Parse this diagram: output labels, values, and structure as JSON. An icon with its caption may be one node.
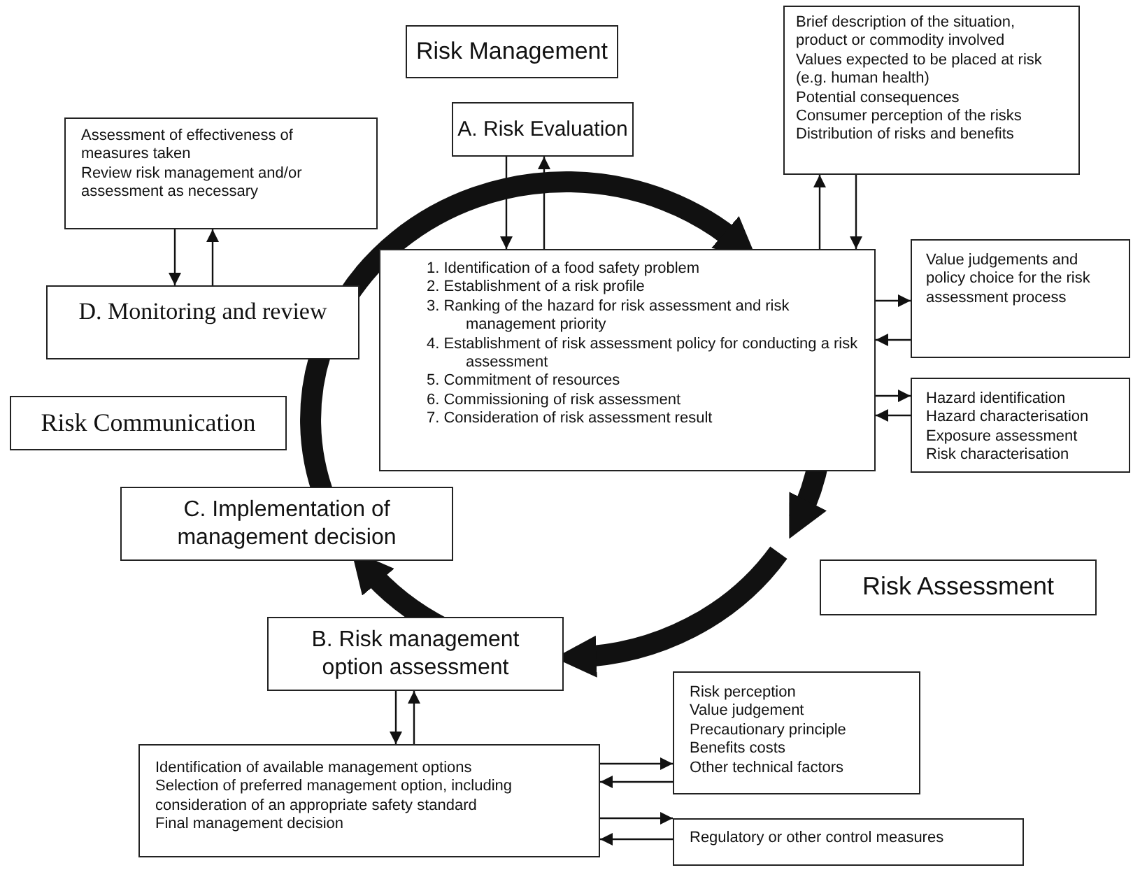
{
  "diagram": {
    "nodes": [
      {
        "text": [
          "Risk Management"
        ]
      },
      {
        "text": [
          "A. Risk Evaluation"
        ]
      },
      {
        "text": [
          "Brief description of the situation, product or commodity involved",
          "Values expected to be placed at risk (e.g. human health)",
          "Potential consequences",
          "Consumer perception of the risks",
          "Distribution of risks and benefits"
        ]
      },
      {
        "text": [
          "Assessment of effectiveness of measures taken",
          "Review risk management and/or assessment as necessary"
        ]
      },
      {
        "text": [
          "D. Monitoring and review"
        ]
      },
      {
        "text": [
          "1. Identification of a food safety problem",
          "2. Establishment of a risk profile",
          "3. Ranking of the hazard for risk assessment and risk management priority",
          "4. Establishment of risk assessment policy for conducting a risk assessment",
          "5. Commitment of resources",
          "6. Commissioning of risk assessment",
          "7. Consideration of risk assessment result"
        ]
      },
      {
        "text": [
          "Value judgements and policy choice for the risk assessment process"
        ]
      },
      {
        "text": [
          "Hazard identification",
          "Hazard characterisation",
          "Exposure assessment",
          "Risk characterisation"
        ]
      },
      {
        "text": [
          "Risk Communication"
        ]
      },
      {
        "text": [
          "C. Implementation of management decision"
        ]
      },
      {
        "text": [
          "Risk Assessment"
        ]
      },
      {
        "text": [
          "B. Risk management option assessment"
        ]
      },
      {
        "text": [
          "Identification of available management options",
          "Selection of preferred management option, including consideration of an appropriate safety standard",
          "Final management decision"
        ]
      },
      {
        "text": [
          "Risk perception",
          "Value judgement",
          "Precautionary principle",
          "Benefits costs",
          "Other technical factors"
        ]
      },
      {
        "text": [
          "Regulatory or other control measures"
        ]
      }
    ],
    "edges": [
      {
        "from": 1,
        "to": 5,
        "arrow": "to"
      },
      {
        "from": 5,
        "to": 1,
        "arrow": "to"
      },
      {
        "from": 5,
        "to": 2,
        "arrow": "to"
      },
      {
        "from": 2,
        "to": 5,
        "arrow": "to"
      },
      {
        "from": 3,
        "to": 4,
        "arrow": "to"
      },
      {
        "from": 4,
        "to": 3,
        "arrow": "to"
      },
      {
        "from": 5,
        "to": 6,
        "arrow": "to"
      },
      {
        "from": 6,
        "to": 5,
        "arrow": "to"
      },
      {
        "from": 5,
        "to": 7,
        "arrow": "to"
      },
      {
        "from": 7,
        "to": 5,
        "arrow": "to"
      },
      {
        "from": 11,
        "to": 12,
        "arrow": "to"
      },
      {
        "from": 12,
        "to": 11,
        "arrow": "to"
      },
      {
        "from": 12,
        "to": 13,
        "arrow": "to"
      },
      {
        "from": 13,
        "to": 12,
        "arrow": "to"
      },
      {
        "from": 12,
        "to": 14,
        "arrow": "to"
      },
      {
        "from": 14,
        "to": 12,
        "arrow": "to"
      },
      {
        "from": 4,
        "to": 5,
        "arrow": "to",
        "style": "thick"
      },
      {
        "from": 5,
        "to": 10,
        "arrow": "to",
        "style": "thick"
      },
      {
        "from": 10,
        "to": 11,
        "arrow": "to",
        "style": "thick"
      },
      {
        "from": 11,
        "to": 9,
        "arrow": "to",
        "style": "thick"
      },
      {
        "from": 9,
        "to": 4,
        "arrow": "none",
        "style": "thick"
      }
    ]
  }
}
